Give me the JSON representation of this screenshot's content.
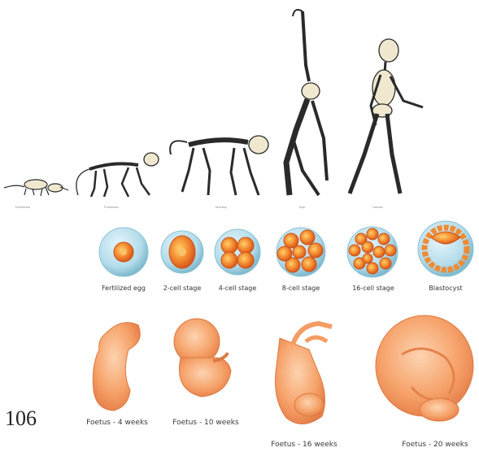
{
  "page_number": "106",
  "primates": {
    "labels": [
      "Treeshrew",
      "Prosimian",
      "Monkey",
      "Ape",
      "Human"
    ],
    "bone_color": "#efe8cf",
    "outline_color": "#2a2a2a"
  },
  "embryo_stages": {
    "labels": [
      "Fertilized egg",
      "2-cell stage",
      "4-cell stage",
      "8-cell stage",
      "16-cell stage",
      "Blastocyst"
    ],
    "shell_color": "#a9d7e6",
    "cell_color": "#f07a2a"
  },
  "foetuses": {
    "labels": [
      "Foetus - 4 weeks",
      "Foetus - 10 weeks",
      "Foetus - 16 weeks",
      "Foetus - 20 weeks"
    ],
    "skin_color": "#f6a36b"
  }
}
